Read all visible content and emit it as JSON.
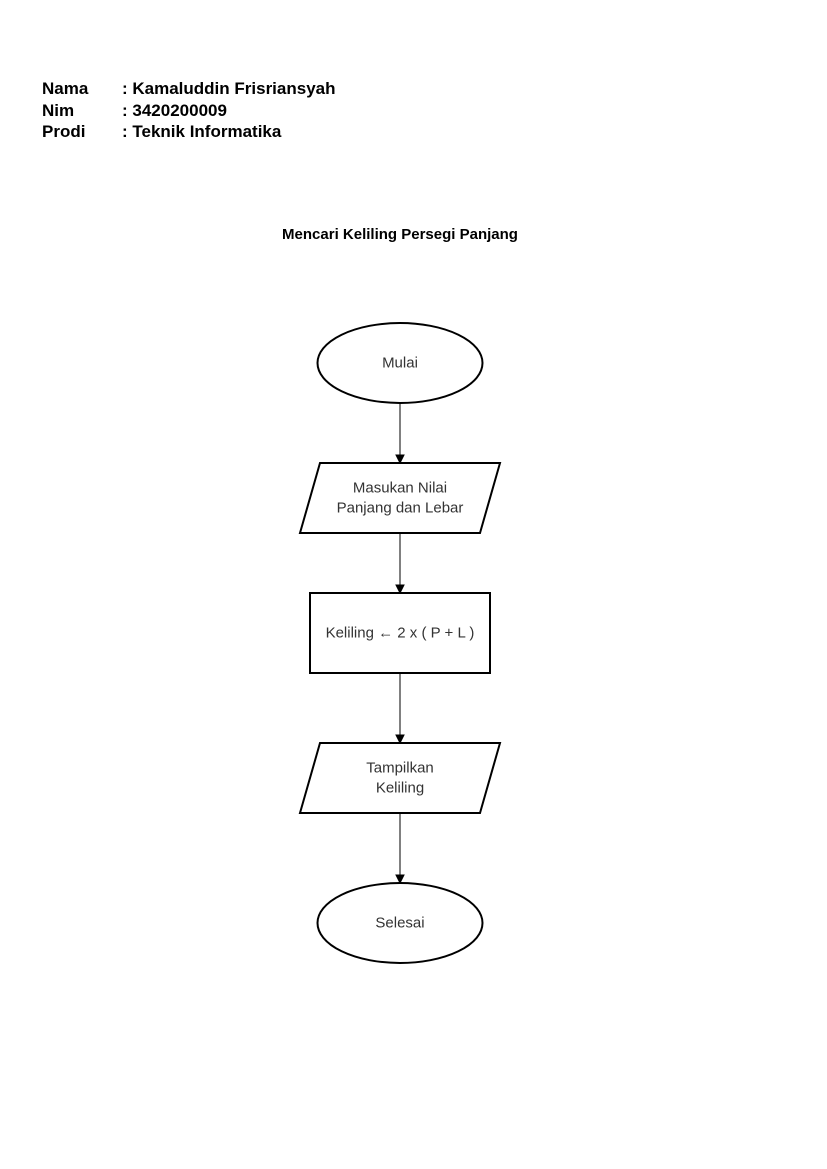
{
  "header": {
    "rows": [
      {
        "key": "Nama",
        "value": ": Kamaluddin Frisriansyah"
      },
      {
        "key": "Nim",
        "value": ": 3420200009"
      },
      {
        "key": "Prodi",
        "value": ": Teknik Informatika"
      }
    ]
  },
  "diagram": {
    "title": "Mencari Keliling Persegi Panjang",
    "nodes": [
      {
        "id": "start",
        "shape": "terminator",
        "lines": [
          "Mulai"
        ]
      },
      {
        "id": "input",
        "shape": "input-output",
        "lines": [
          "Masukan Nilai",
          "Panjang dan Lebar"
        ]
      },
      {
        "id": "process",
        "shape": "process",
        "lines": [
          "Keliling ← 2 x ( P + L )"
        ]
      },
      {
        "id": "output",
        "shape": "input-output",
        "lines": [
          "Tampilkan",
          "Keliling"
        ]
      },
      {
        "id": "end",
        "shape": "terminator",
        "lines": [
          "Selesai"
        ]
      }
    ],
    "edges": [
      {
        "from": "start",
        "to": "input"
      },
      {
        "from": "input",
        "to": "process"
      },
      {
        "from": "process",
        "to": "output"
      },
      {
        "from": "output",
        "to": "end"
      }
    ]
  }
}
